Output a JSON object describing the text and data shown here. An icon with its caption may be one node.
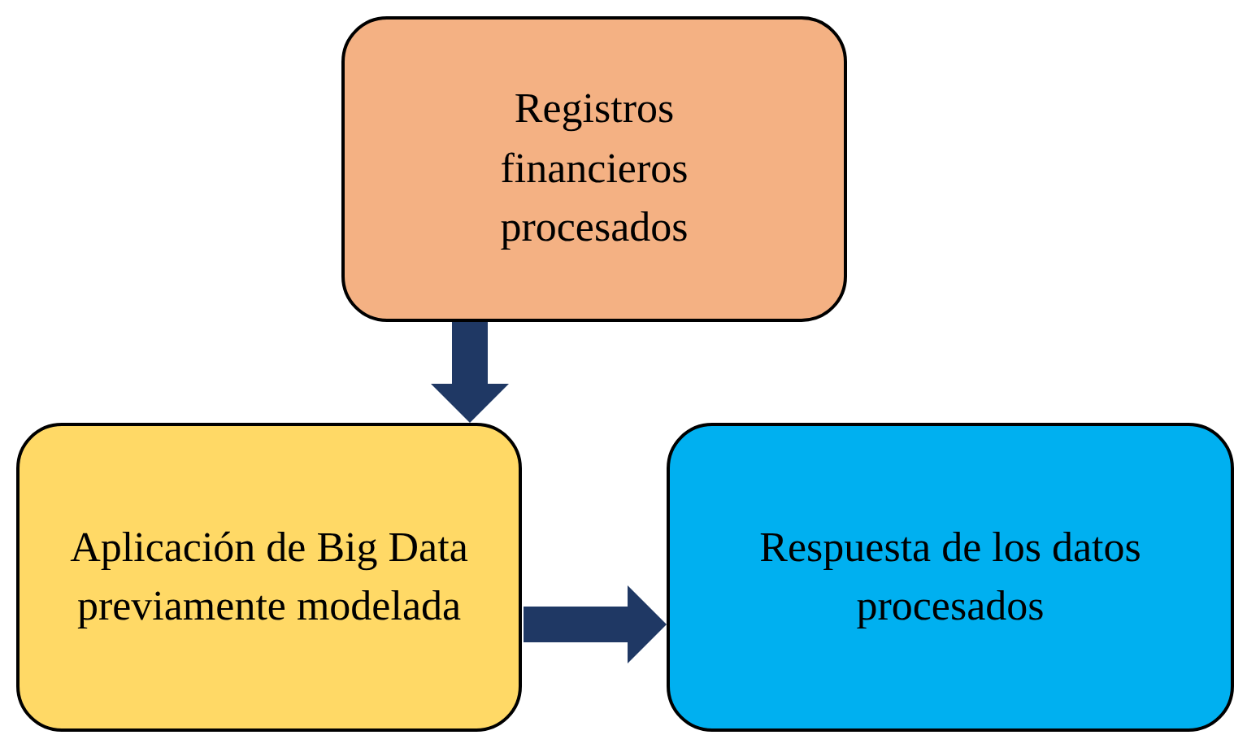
{
  "diagram": {
    "nodes": [
      {
        "text": [
          "Registros financieros procesados"
        ]
      },
      {
        "text": [
          "Aplicación de Big Data previamente modelada"
        ]
      },
      {
        "text": [
          "Respuesta de los datos procesados"
        ]
      }
    ],
    "edges": [
      {
        "from": 0,
        "to": 1,
        "arrow": "to"
      },
      {
        "from": 1,
        "to": 2,
        "arrow": "to"
      }
    ]
  }
}
